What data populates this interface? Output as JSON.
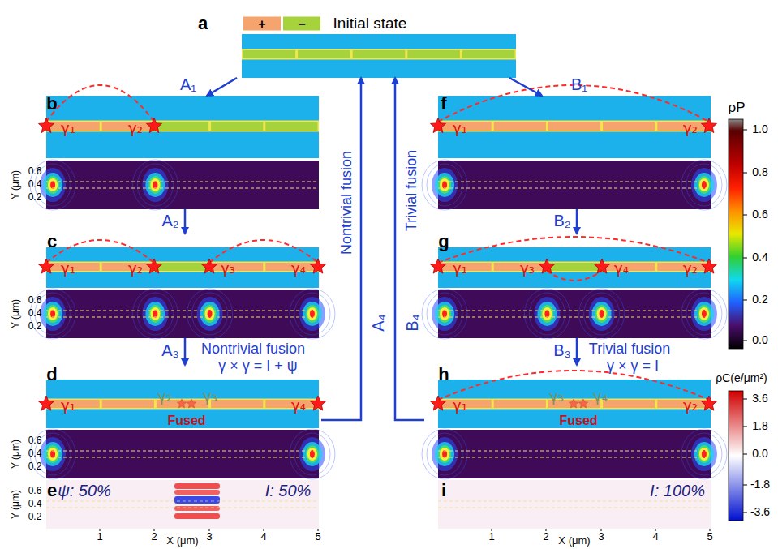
{
  "diagram": {
    "nodes": [
      {
        "text": [
          "a",
          "+",
          "−",
          "Initial state"
        ]
      },
      {
        "text": [
          "b",
          "γ₁",
          "γ₂"
        ]
      },
      {
        "text": [
          "c",
          "γ₁",
          "γ₂",
          "γ₃",
          "γ₄"
        ]
      },
      {
        "text": [
          "d",
          "γ₁",
          "γ₂",
          "γ₃",
          "γ₄",
          "Fused"
        ]
      },
      {
        "text": [
          "e",
          "ψ: 50%",
          "I: 50%"
        ]
      },
      {
        "text": [
          "f",
          "γ₁",
          "γ₂"
        ]
      },
      {
        "text": [
          "g",
          "γ₁",
          "γ₃",
          "γ₄",
          "γ₂"
        ]
      },
      {
        "text": [
          "h",
          "γ₁",
          "γ₃",
          "γ₄",
          "γ₂",
          "Fused"
        ]
      },
      {
        "text": [
          "i",
          "I: 100%"
        ]
      }
    ],
    "edges": [
      {
        "from": 0,
        "to": 1,
        "arrow": "to",
        "label": "A₁"
      },
      {
        "from": 1,
        "to": 2,
        "arrow": "to",
        "label": "A₂"
      },
      {
        "from": 2,
        "to": 3,
        "arrow": "to",
        "label": "A₃"
      },
      {
        "from": 3,
        "to": 0,
        "arrow": "to",
        "label": "A₄"
      },
      {
        "from": 0,
        "to": 5,
        "arrow": "to",
        "label": "B₁"
      },
      {
        "from": 5,
        "to": 6,
        "arrow": "to",
        "label": "B₂"
      },
      {
        "from": 6,
        "to": 7,
        "arrow": "to",
        "label": "B₃"
      },
      {
        "from": 7,
        "to": 0,
        "arrow": "to",
        "label": "B₄"
      }
    ],
    "labels": [
      "Y (μm)",
      "0.6",
      "0.4",
      "0.2",
      "Y (μm)",
      "0.6",
      "0.4",
      "0.2",
      "Y (μm)",
      "0.6",
      "0.4",
      "0.2",
      "Y (μm)",
      "0.6",
      "0.4",
      "0.2",
      "1",
      "2",
      "3",
      "4",
      "5",
      "X (μm)",
      "1",
      "2",
      "3",
      "4",
      "5",
      "X (μm)",
      "ρP",
      "1.0",
      "0.8",
      "0.6",
      "0.4",
      "0.2",
      "0.0",
      "ρC(e/μm²)",
      "3.6",
      "1.8",
      "0.0",
      "-1.8",
      "-3.6",
      "Nontrivial fusion",
      "γ × γ = I + ψ",
      "Trivial fusion",
      "γ × γ = I",
      "Nontrivial fusion",
      "Trivial fusion"
    ]
  }
}
